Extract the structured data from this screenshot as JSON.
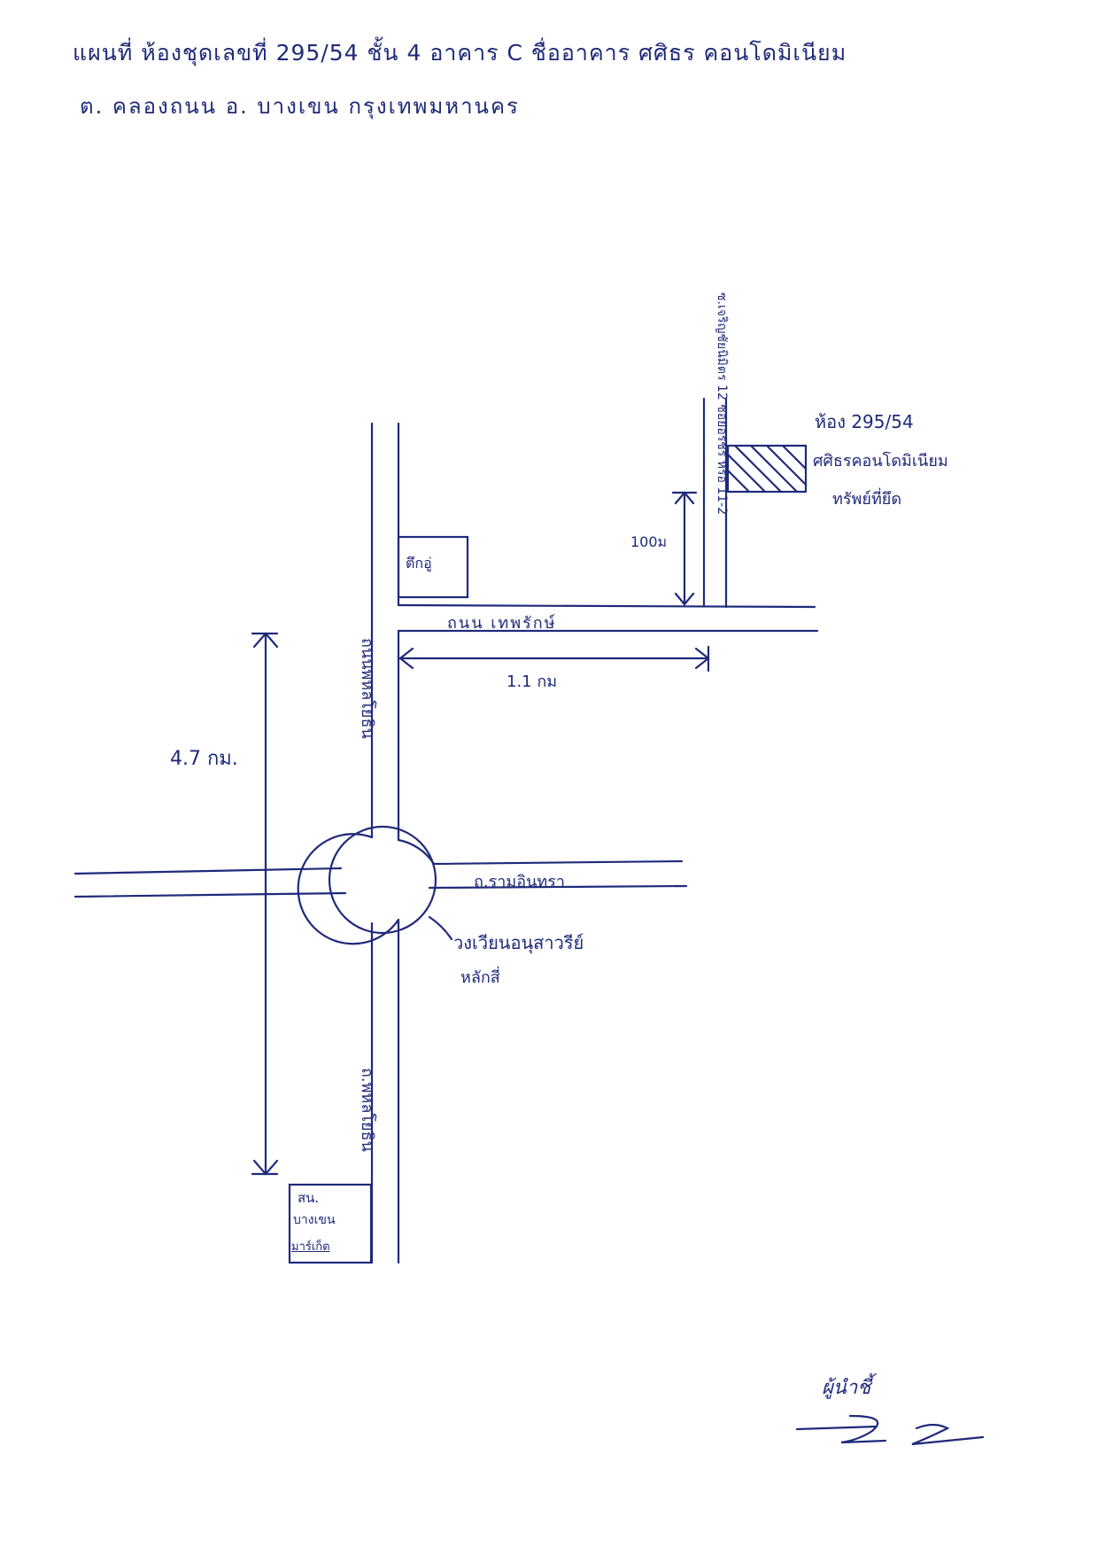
{
  "header": {
    "line1": "แผนที่ ห้องชุดเลขที่ 295/54 ชั้น 4 อาคาร C ชื่ออาคาร ศศิธร คอนโดมิเนียม",
    "line2": "ต. คลองถนน อ. บางเขน กรุงเทพมหานคร"
  },
  "map": {
    "road_main_north": "ถนนพหลโยธิน",
    "road_main_south": "ถ.พหลโยธิน",
    "road_east": "ถนน เทพรักษ์",
    "road_ramindra": "ถ.รามอินทรา",
    "soi": "ซ.เจริญชัยนิมิตร 12 ซอยอรชร หรือ 11-2",
    "distance_total": "4.7 กม.",
    "distance_east": "1.1 กม",
    "distance_soi": "100ม",
    "shop_label": "ตึกอู่",
    "circle_label_1": "วงเวียนอนุสาวรีย์",
    "circle_label_2": "หลักสี่",
    "corner_box_label_1": "สน.",
    "corner_box_label_2": "บางเขน",
    "corner_box_label_3": "มาร์เก็ต",
    "destination_line1": "ห้อง 295/54",
    "destination_line2": "ศศิธรคอนโดมิเนียม",
    "destination_line3": "ทรัพย์ที่ยึด"
  },
  "signature": {
    "text": "ผู้นำชี้"
  }
}
